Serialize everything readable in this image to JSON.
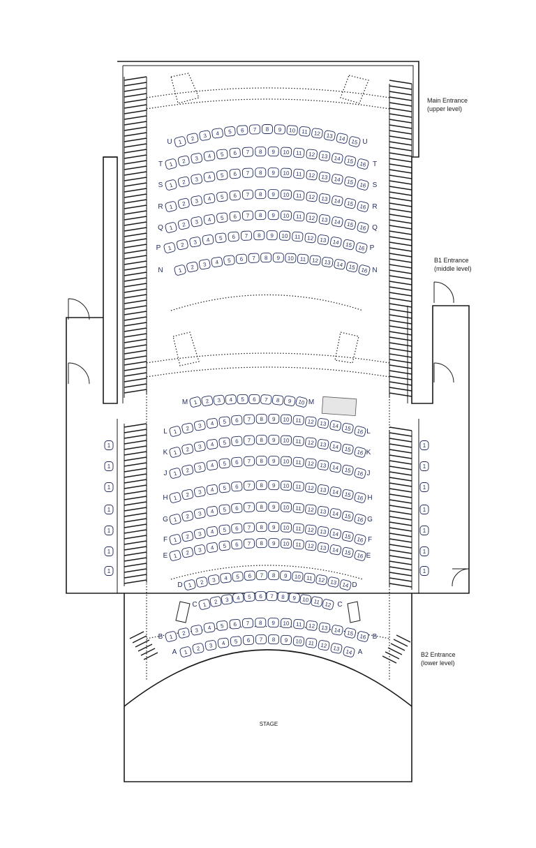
{
  "entrances": {
    "main": {
      "line1": "Main Entrance",
      "line2": "(upper level)"
    },
    "b1": {
      "line1": "B1 Entrance",
      "line2": "(middle level)"
    },
    "b2": {
      "line1": "B2 Entrance",
      "line2": "(lower level)"
    }
  },
  "stage_label": "STAGE",
  "rows": [
    {
      "label": "U",
      "seats": 15
    },
    {
      "label": "T",
      "seats": 16
    },
    {
      "label": "S",
      "seats": 16
    },
    {
      "label": "R",
      "seats": 16
    },
    {
      "label": "Q",
      "seats": 16
    },
    {
      "label": "P",
      "seats": 16
    },
    {
      "label": "N",
      "seats": 16
    },
    {
      "label": "M",
      "seats": 10
    },
    {
      "label": "L",
      "seats": 16
    },
    {
      "label": "K",
      "seats": 16
    },
    {
      "label": "J",
      "seats": 16
    },
    {
      "label": "H",
      "seats": 16
    },
    {
      "label": "G",
      "seats": 16
    },
    {
      "label": "F",
      "seats": 16
    },
    {
      "label": "E",
      "seats": 16
    },
    {
      "label": "D",
      "seats": 14
    },
    {
      "label": "C",
      "seats": 12
    },
    {
      "label": "B",
      "seats": 16
    },
    {
      "label": "A",
      "seats": 14
    }
  ],
  "side_seats": {
    "label": "1",
    "count_per_side": 7
  },
  "colors": {
    "seat_text": "#1f2a5a",
    "walls": "#1a1a1a",
    "control_box": "#e6e6e6"
  }
}
